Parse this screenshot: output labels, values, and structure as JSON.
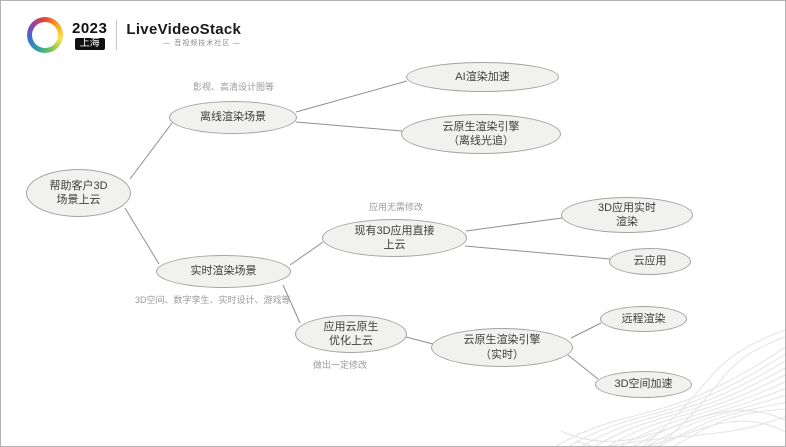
{
  "header": {
    "year": "2023",
    "city": "上海",
    "brand": "LiveVideoStack",
    "tagline": "— 音视频技术社区 —"
  },
  "diagram": {
    "nodes": [
      {
        "label": "帮助客户3D\n场景上云"
      },
      {
        "label": "离线渲染场景"
      },
      {
        "label": "AI渲染加速"
      },
      {
        "label": "云原生渲染引擎\n（离线光追）"
      },
      {
        "label": "实时渲染场景"
      },
      {
        "label": "现有3D应用直接\n上云"
      },
      {
        "label": "3D应用实时\n渲染"
      },
      {
        "label": "云应用"
      },
      {
        "label": "应用云原生\n优化上云"
      },
      {
        "label": "云原生渲染引擎\n（实时）"
      },
      {
        "label": "远程渲染"
      },
      {
        "label": "3D空间加速"
      }
    ],
    "annotations": [
      {
        "text": "影视、高清设计图等"
      },
      {
        "text": "应用无需修改"
      },
      {
        "text": "3D空间、数字孪生、实时设计、游戏等"
      },
      {
        "text": "做出一定修改"
      }
    ]
  },
  "colors": {
    "node_fill": "#f1f1f0",
    "node_border": "#a3a3a3",
    "connector": "#8f8f8f",
    "annotation": "#9a9a9a"
  }
}
